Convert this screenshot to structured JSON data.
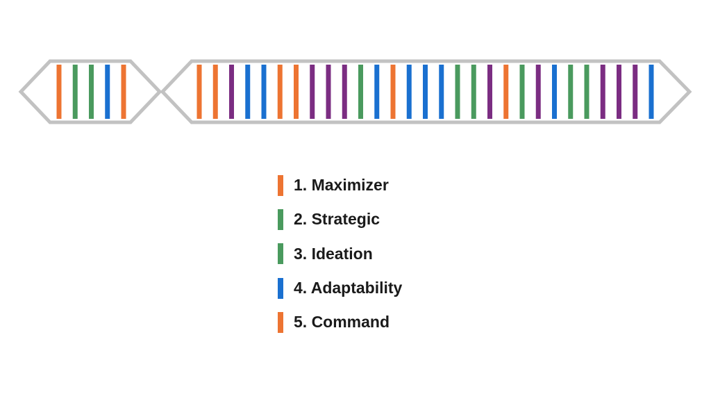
{
  "colors": {
    "orange": "#ED7432",
    "green": "#4A9A5E",
    "blue": "#1A70D0",
    "purple": "#7B2D82",
    "outline": "#C2C2C2"
  },
  "segments": [
    {
      "name": "left-segment",
      "stripes": [
        "orange",
        "green",
        "green",
        "blue",
        "orange"
      ]
    },
    {
      "name": "right-segment",
      "stripes": [
        "orange",
        "orange",
        "purple",
        "blue",
        "blue",
        "orange",
        "orange",
        "purple",
        "purple",
        "purple",
        "green",
        "blue",
        "orange",
        "blue",
        "blue",
        "blue",
        "green",
        "green",
        "purple",
        "orange",
        "green",
        "purple",
        "blue",
        "green",
        "green",
        "purple",
        "purple",
        "purple",
        "blue"
      ]
    }
  ],
  "legend": [
    {
      "label": "1. Maximizer",
      "color": "orange"
    },
    {
      "label": "2. Strategic",
      "color": "green"
    },
    {
      "label": "3. Ideation",
      "color": "green"
    },
    {
      "label": "4. Adaptability",
      "color": "blue"
    },
    {
      "label": "5. Command",
      "color": "orange"
    }
  ]
}
